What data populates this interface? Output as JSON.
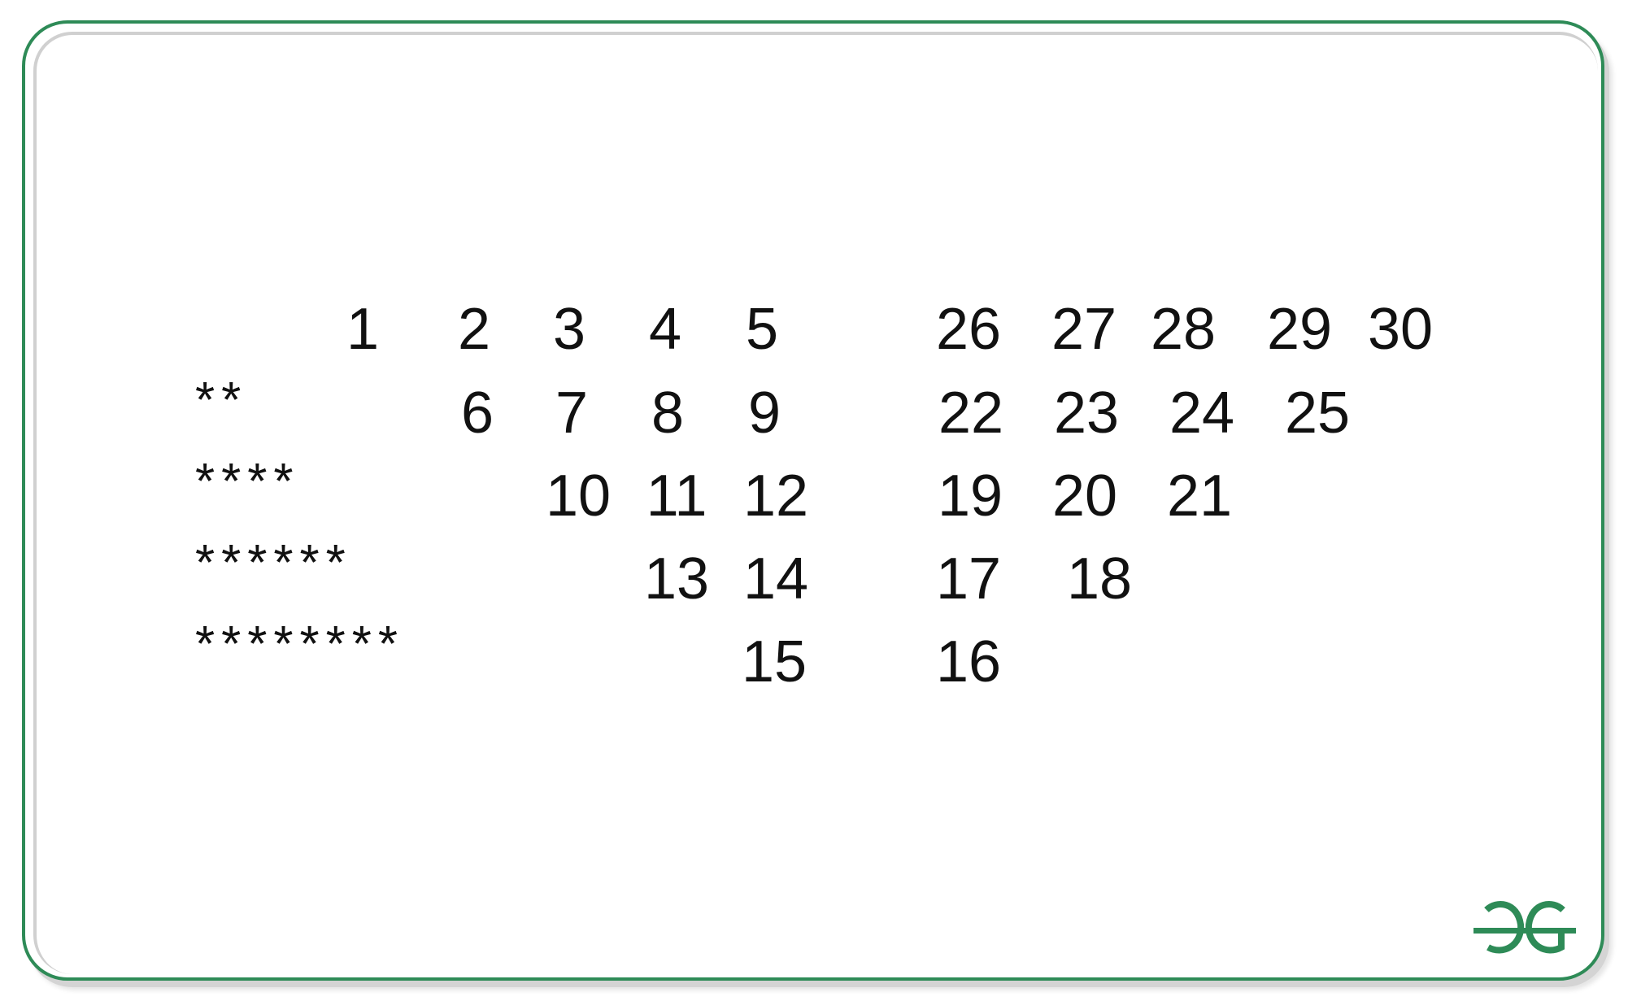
{
  "stars": [
    "**",
    "****",
    "******",
    "********"
  ],
  "left_rows": [
    [
      "1",
      "2",
      "3",
      "4",
      "5"
    ],
    [
      "6",
      "7",
      "8",
      "9"
    ],
    [
      "10",
      "11",
      "12"
    ],
    [
      "13",
      "14"
    ],
    [
      "15"
    ]
  ],
  "right_rows": [
    [
      "26",
      "27",
      "28",
      "29",
      "30"
    ],
    [
      "22",
      "23",
      "24",
      "25"
    ],
    [
      "19",
      "20",
      "21"
    ],
    [
      "17",
      "18"
    ],
    [
      "16"
    ]
  ],
  "logo": {
    "icon": "geeksforgeeks-logo-icon",
    "color": "#2e8b57"
  },
  "colors": {
    "border": "#2e8b57",
    "text": "#111111"
  }
}
